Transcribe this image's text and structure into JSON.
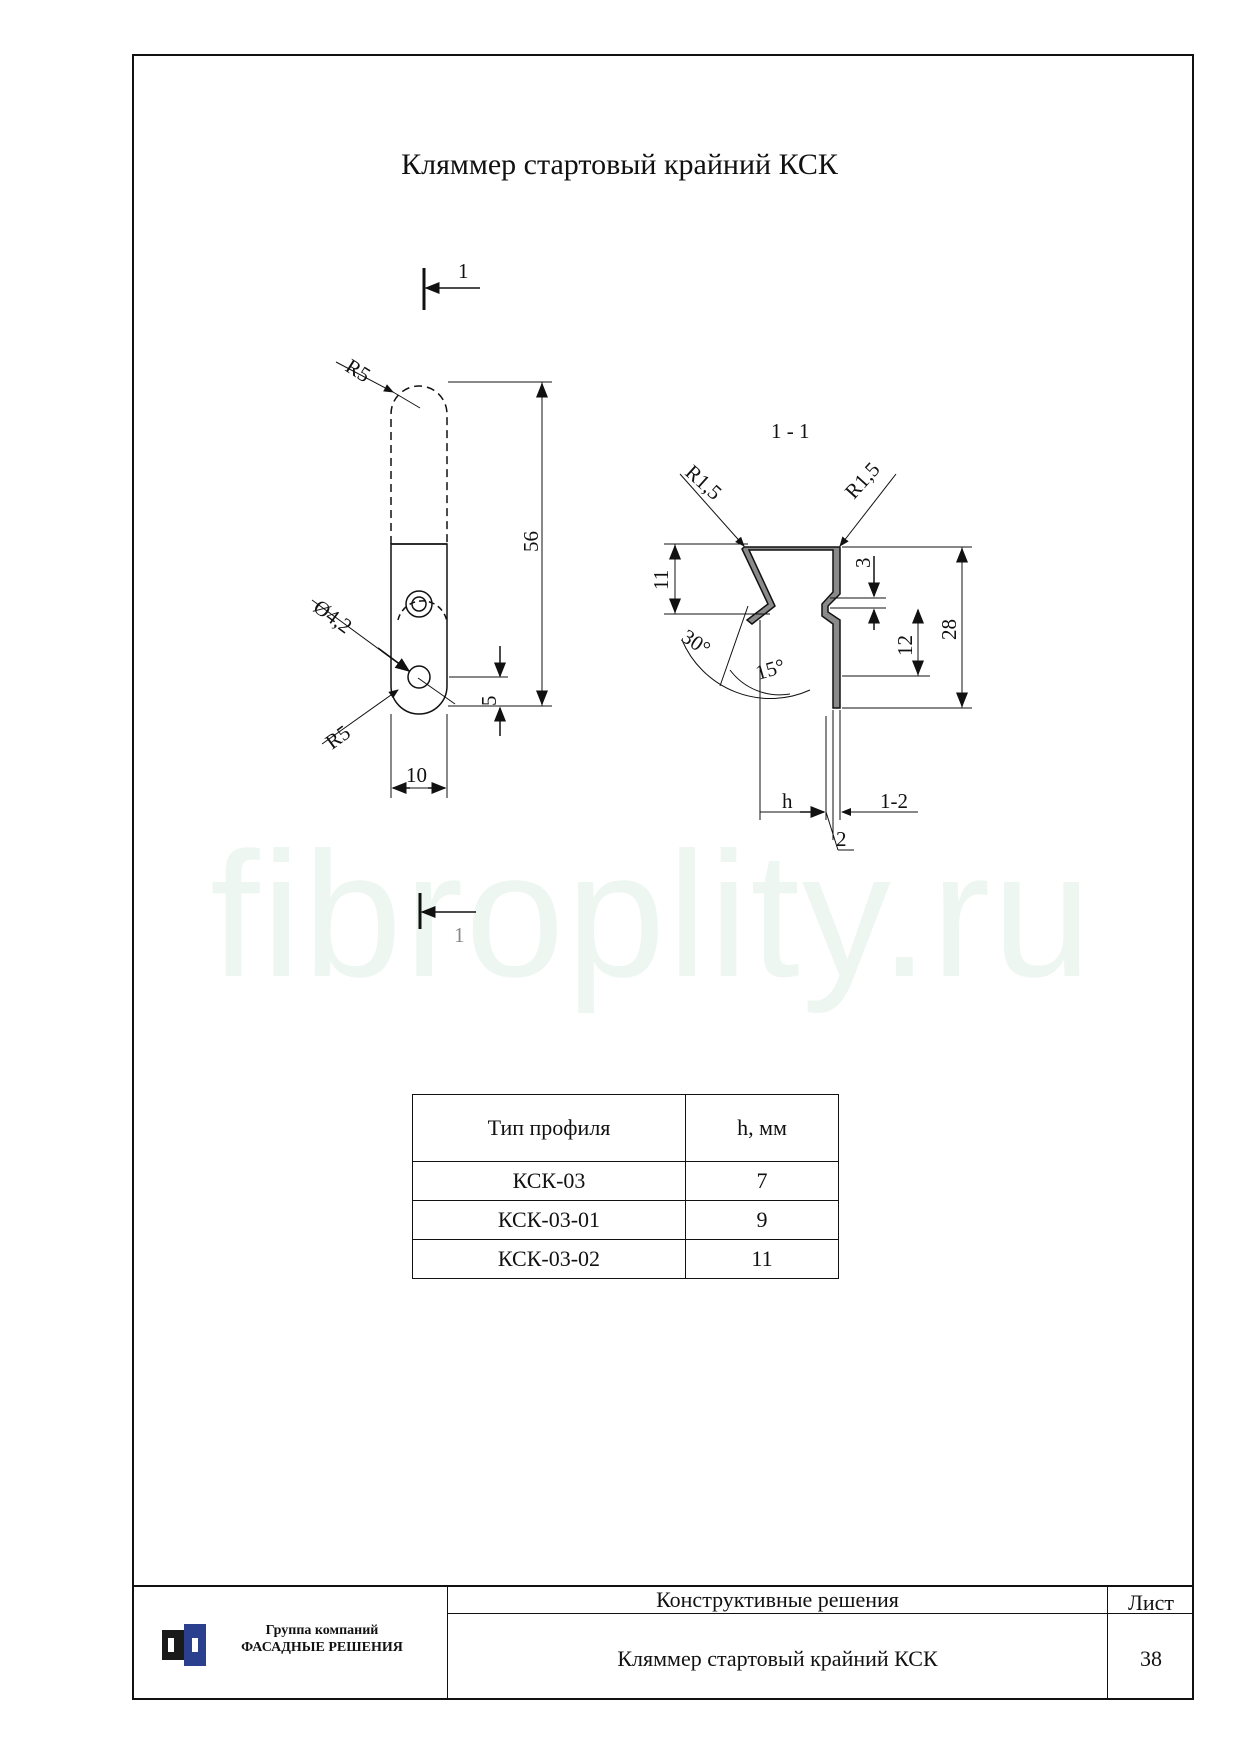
{
  "title": "Кляммер стартовый крайний КСК",
  "watermark": "fibroplity.ru",
  "drawing": {
    "section_mark_top": "1",
    "section_mark_bottom": "1",
    "section_label": "1 - 1",
    "plan_dims": {
      "r_top": "R5",
      "length": "56",
      "hole": "Ø4,2",
      "r_bottom": "R5",
      "hole_offset": "5",
      "width": "10"
    },
    "section_dims": {
      "r_left": "R1,5",
      "r_right": "R1,5",
      "depth": "11",
      "step": "3",
      "step_height": "12",
      "height": "28",
      "angle_30": "30°",
      "angle_15": "15°",
      "h": "h",
      "thickness": "1-2",
      "tail": "2"
    }
  },
  "table": {
    "headers": [
      "Тип профиля",
      "h, мм"
    ],
    "rows": [
      [
        "КСК-03",
        "7"
      ],
      [
        "КСК-03-01",
        "9"
      ],
      [
        "КСК-03-02",
        "11"
      ]
    ]
  },
  "stamp": {
    "org_line1": "Группа компаний",
    "org_line2": "ФАСАДНЫЕ РЕШЕНИЯ",
    "section": "Конструктивные решения",
    "sheet_label": "Лист",
    "name": "Кляммер стартовый крайний КСК",
    "sheet_number": "38"
  }
}
